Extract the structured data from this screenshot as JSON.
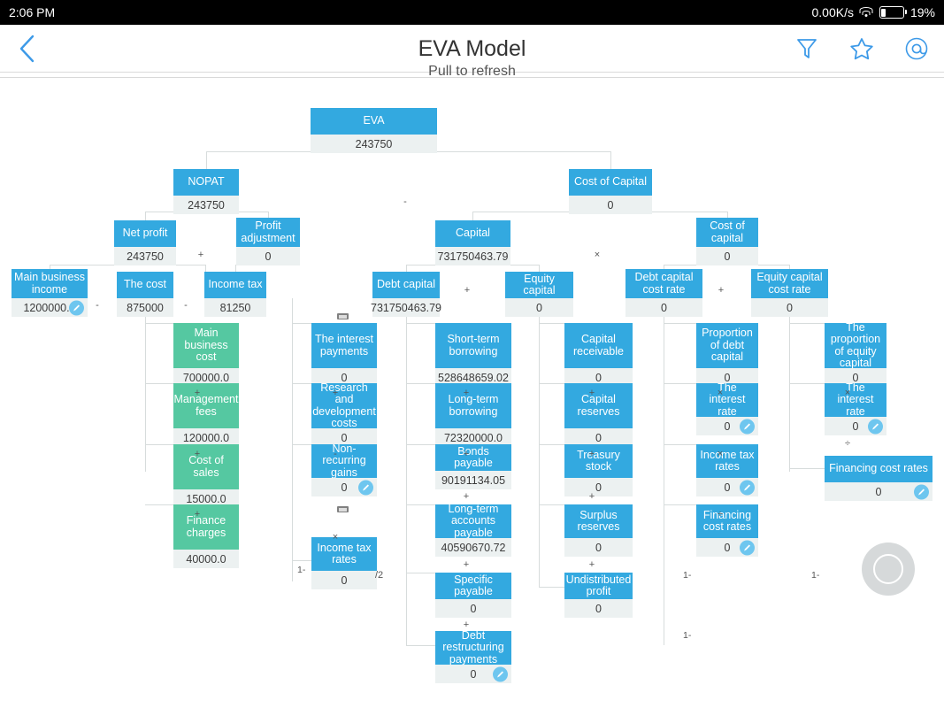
{
  "status_bar": {
    "time": "2:06 PM",
    "network_speed": "0.00K/s",
    "wifi_icon": "wifi-icon",
    "battery_icon": "battery-icon",
    "battery_level": "19%"
  },
  "title_bar": {
    "back_icon": "chevron-left-icon",
    "title": "EVA Model",
    "actions": [
      {
        "name": "filter-icon",
        "label": "filter"
      },
      {
        "name": "star-icon",
        "label": "favorite"
      },
      {
        "name": "at-icon",
        "label": "mention"
      }
    ]
  },
  "canvas": {
    "refresh_hint": "Pull to refresh",
    "fab_icon": "record-circle-icon"
  },
  "colors": {
    "accent_blue": "#33a9e0",
    "node_green": "#55c8a1",
    "value_bg": "#ecf1f1",
    "line": "#d7dcdc",
    "title_blue": "#3d9ae8"
  },
  "nodes": [
    {
      "id": "eva",
      "label": "EVA",
      "value": "243750",
      "color": "blue",
      "edit": false
    },
    {
      "id": "nopat",
      "label": "NOPAT",
      "value": "243750",
      "color": "blue",
      "edit": false
    },
    {
      "id": "cost-of-capital",
      "label": "Cost of Capital",
      "value": "0",
      "color": "blue",
      "edit": false
    },
    {
      "id": "net-profit",
      "label": "Net profit",
      "value": "243750",
      "color": "blue",
      "edit": false
    },
    {
      "id": "profit-adjustment",
      "label": "Profit adjustment",
      "value": "0",
      "color": "blue",
      "edit": false
    },
    {
      "id": "capital",
      "label": "Capital",
      "value": "731750463.79",
      "color": "blue",
      "edit": false
    },
    {
      "id": "cost-of-capital-rate",
      "label": "Cost of capital",
      "value": "0",
      "color": "blue",
      "edit": false
    },
    {
      "id": "main-business-income",
      "label": "Main business income",
      "value": "1200000.0",
      "color": "blue",
      "edit": true
    },
    {
      "id": "the-cost",
      "label": "The cost",
      "value": "875000",
      "color": "blue",
      "edit": false
    },
    {
      "id": "income-tax",
      "label": "Income tax",
      "value": "81250",
      "color": "blue",
      "edit": false
    },
    {
      "id": "debt-capital",
      "label": "Debt capital",
      "value": "731750463.79",
      "color": "blue",
      "edit": false
    },
    {
      "id": "equity-capital",
      "label": "Equity capital",
      "value": "0",
      "color": "blue",
      "edit": false
    },
    {
      "id": "debt-capital-cost-rate",
      "label": "Debt capital cost rate",
      "value": "0",
      "color": "blue",
      "edit": false
    },
    {
      "id": "equity-capital-cost-rate",
      "label": "Equity capital cost rate",
      "value": "0",
      "color": "blue",
      "edit": false
    },
    {
      "id": "main-business-cost",
      "label": "Main business cost",
      "value": "700000.0",
      "color": "green",
      "edit": false
    },
    {
      "id": "management-fees",
      "label": "Management fees",
      "value": "120000.0",
      "color": "green",
      "edit": false
    },
    {
      "id": "cost-of-sales",
      "label": "Cost of sales",
      "value": "15000.0",
      "color": "green",
      "edit": false
    },
    {
      "id": "finance-charges",
      "label": "Finance charges",
      "value": "40000.0",
      "color": "green",
      "edit": false
    },
    {
      "id": "interest-payments",
      "label": "The interest payments",
      "value": "0",
      "color": "blue",
      "edit": false
    },
    {
      "id": "research-development",
      "label": "Research and development costs",
      "value": "0",
      "color": "blue",
      "edit": false
    },
    {
      "id": "non-recurring-gains",
      "label": "Non-recurring gains",
      "value": "0",
      "color": "blue",
      "edit": true
    },
    {
      "id": "income-tax-rates-1",
      "label": "Income tax rates",
      "value": "0",
      "color": "blue",
      "edit": false
    },
    {
      "id": "short-term-borrowing",
      "label": "Short-term borrowing",
      "value": "528648659.02",
      "color": "blue",
      "edit": false
    },
    {
      "id": "long-term-borrowing",
      "label": "Long-term borrowing",
      "value": "72320000.0",
      "color": "blue",
      "edit": false
    },
    {
      "id": "bonds-payable",
      "label": "Bonds payable",
      "value": "90191134.05",
      "color": "blue",
      "edit": false
    },
    {
      "id": "long-term-accounts-payable",
      "label": "Long-term accounts payable",
      "value": "40590670.72",
      "color": "blue",
      "edit": false
    },
    {
      "id": "specific-payable",
      "label": "Specific payable",
      "value": "0",
      "color": "blue",
      "edit": false
    },
    {
      "id": "debt-restructuring-payments",
      "label": "Debt restructuring payments",
      "value": "0",
      "color": "blue",
      "edit": true
    },
    {
      "id": "capital-receivable",
      "label": "Capital receivable",
      "value": "0",
      "color": "blue",
      "edit": false
    },
    {
      "id": "capital-reserves",
      "label": "Capital reserves",
      "value": "0",
      "color": "blue",
      "edit": false
    },
    {
      "id": "treasury-stock",
      "label": "Treasury stock",
      "value": "0",
      "color": "blue",
      "edit": false
    },
    {
      "id": "surplus-reserves",
      "label": "Surplus reserves",
      "value": "0",
      "color": "blue",
      "edit": false
    },
    {
      "id": "undistributed-profit",
      "label": "Undistributed profit",
      "value": "0",
      "color": "blue",
      "edit": false
    },
    {
      "id": "proportion-of-debt-capital",
      "label": "Proportion of debt capital",
      "value": "0",
      "color": "blue",
      "edit": false
    },
    {
      "id": "the-interest-rate-1",
      "label": "The interest rate",
      "value": "0",
      "color": "blue",
      "edit": true
    },
    {
      "id": "income-tax-rates-2",
      "label": "Income tax rates",
      "value": "0",
      "color": "blue",
      "edit": true
    },
    {
      "id": "financing-cost-rates-1",
      "label": "Financing cost rates",
      "value": "0",
      "color": "blue",
      "edit": true
    },
    {
      "id": "proportion-of-equity-capital",
      "label": "The proportion of equity capital",
      "value": "0",
      "color": "blue",
      "edit": false
    },
    {
      "id": "the-interest-rate-2",
      "label": "The interest rate",
      "value": "0",
      "color": "blue",
      "edit": true
    },
    {
      "id": "financing-cost-rates-2",
      "label": "Financing cost rates",
      "value": "0",
      "color": "blue",
      "edit": true
    }
  ],
  "operators": [
    {
      "id": "op-eva",
      "symbol": "-"
    },
    {
      "id": "op-nopat",
      "symbol": "+"
    },
    {
      "id": "op-capital",
      "symbol": "×"
    },
    {
      "id": "op-net-profit",
      "symbol": "-"
    },
    {
      "id": "op-net-profit-2",
      "symbol": "-"
    },
    {
      "id": "op-debt-equity",
      "symbol": "+"
    },
    {
      "id": "op-cost-rates",
      "symbol": "+"
    },
    {
      "id": "op-cost-1",
      "symbol": "+"
    },
    {
      "id": "op-cost-2",
      "symbol": "+"
    },
    {
      "id": "op-cost-3",
      "symbol": "+"
    },
    {
      "id": "op-tax-1",
      "symbol": "+"
    },
    {
      "id": "op-tax-2",
      "symbol": "-"
    },
    {
      "id": "op-tax-3",
      "symbol": "×"
    },
    {
      "id": "op-debt-1",
      "symbol": "+"
    },
    {
      "id": "op-debt-2",
      "symbol": "+"
    },
    {
      "id": "op-debt-3",
      "symbol": "+"
    },
    {
      "id": "op-debt-4",
      "symbol": "+"
    },
    {
      "id": "op-debt-5",
      "symbol": "+"
    },
    {
      "id": "op-eq-1",
      "symbol": "+"
    },
    {
      "id": "op-eq-2",
      "symbol": "+"
    },
    {
      "id": "op-eq-3",
      "symbol": "+"
    },
    {
      "id": "op-eq-4",
      "symbol": "+"
    },
    {
      "id": "op-dcr-1",
      "symbol": "×"
    },
    {
      "id": "op-dcr-2",
      "symbol": "×"
    },
    {
      "id": "op-dcr-3",
      "symbol": "÷"
    },
    {
      "id": "op-ecr-1",
      "symbol": "×"
    },
    {
      "id": "op-ecr-2",
      "symbol": "÷"
    }
  ],
  "affixes": [
    {
      "id": "pre-income-tax-rates-1",
      "text": "1-"
    },
    {
      "id": "suf-non-recurring-gains",
      "text": "/2"
    },
    {
      "id": "pre-income-tax-rates-2",
      "text": "1-"
    },
    {
      "id": "pre-financing-cost-rates-1",
      "text": "1-"
    },
    {
      "id": "pre-financing-cost-rates-2",
      "text": "1-"
    }
  ]
}
